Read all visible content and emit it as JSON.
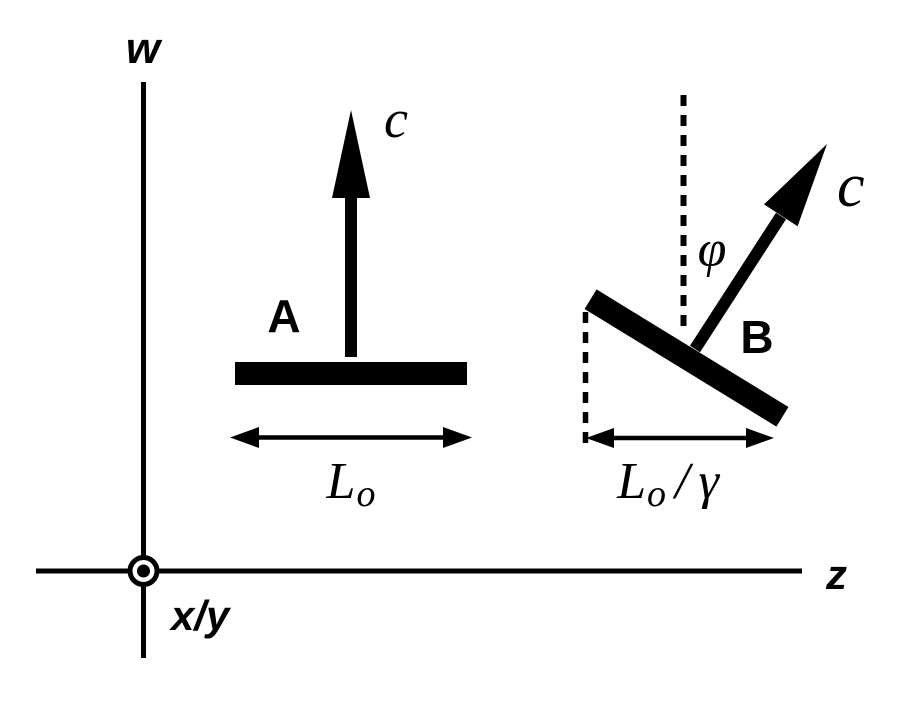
{
  "figure": {
    "description_colors": {
      "ink": "#000000",
      "background": "#ffffff"
    },
    "axes": {
      "w_label": "w",
      "z_label": "z",
      "origin_label": "x/y"
    },
    "rod_a": {
      "name_label": "A",
      "speed_label": "c",
      "length_main": "L",
      "length_sub": "o"
    },
    "rod_b": {
      "name_label": "B",
      "speed_label": "c",
      "angle_label": "φ",
      "length_main": "L",
      "length_sub": "o",
      "length_slash": "/",
      "length_gamma": "γ"
    }
  }
}
